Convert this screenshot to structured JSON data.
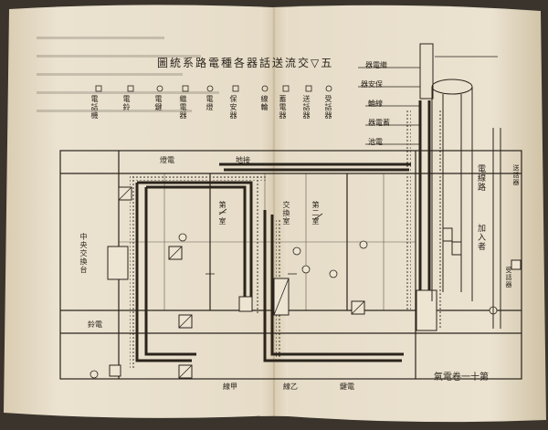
{
  "title": "五▽交流送話器各種電路系統圖",
  "page_number": "第十一卷電氣",
  "labels": {
    "speaker_circuit": "電線路",
    "central_switch": "中央交換台",
    "subscriber": "加入者",
    "switchboard_room": "交換室",
    "first_room": "第一室",
    "second_room": "第二室",
    "bell": "電鈴",
    "receiver": "受話器",
    "transmitter": "送話器",
    "earth": "接地",
    "battery": "電池",
    "line_a": "甲線",
    "line_b": "乙線",
    "key": "電鍵",
    "relay": "繼電器",
    "lamp": "電燈",
    "fuse": "保安器",
    "coil": "線輪",
    "condenser": "蓄電器"
  },
  "legend_items": [
    "電話機",
    "電鈴",
    "電鍵",
    "繼電器",
    "電燈",
    "保安器",
    "線輪",
    "蓄電器",
    "送話器",
    "受話器"
  ],
  "colors": {
    "paper": "#e9dfcc",
    "paper_shadow": "#cbbd9f",
    "ink": "#2a241c",
    "background": "#3a342c"
  }
}
